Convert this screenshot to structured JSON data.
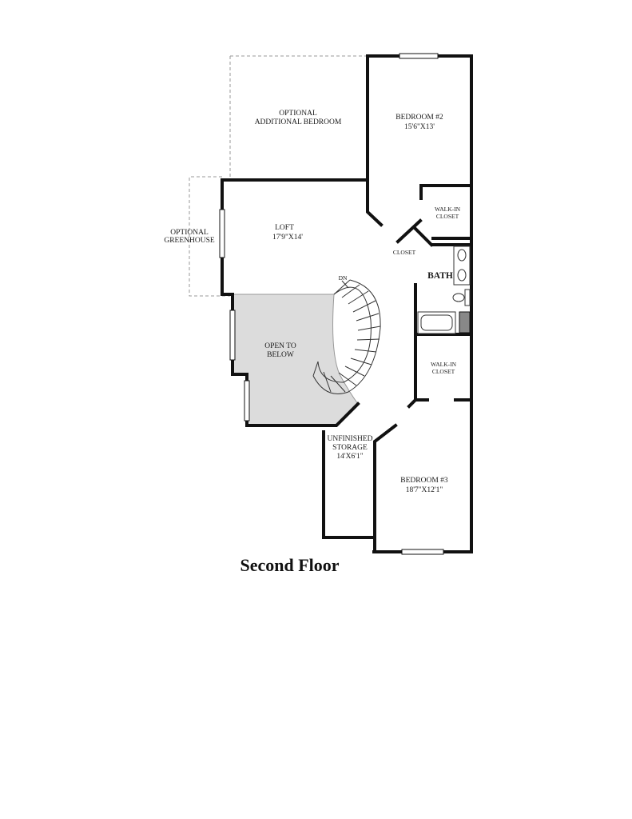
{
  "title": "Second Floor",
  "colors": {
    "wall": "#111111",
    "open_to_below_fill": "#dcdcdc",
    "optional_outline": "#999999"
  },
  "rooms": {
    "optional_bedroom": {
      "line1": "OPTIONAL",
      "line2": "ADDITIONAL BEDROOM"
    },
    "bedroom2": {
      "name": "BEDROOM #2",
      "dims": "15'6\"X13'"
    },
    "walkin_closet_top": {
      "line1": "WALK-IN",
      "line2": "CLOSET"
    },
    "loft": {
      "name": "LOFT",
      "dims": "17'9\"X14'"
    },
    "optional_greenhouse": {
      "line1": "OPTIONAL",
      "line2": "GREENHOUSE"
    },
    "closet": {
      "name": "CLOSET"
    },
    "bath": {
      "name": "BATH"
    },
    "stair": {
      "label": "DN"
    },
    "open_to_below": {
      "line1": "OPEN TO",
      "line2": "BELOW"
    },
    "walkin_closet_bottom": {
      "line1": "WALK-IN",
      "line2": "CLOSET"
    },
    "unfinished_storage": {
      "line1": "UNFINISHED",
      "line2": "STORAGE",
      "dims": "14'X6'1\""
    },
    "bedroom3": {
      "name": "BEDROOM #3",
      "dims": "18'7\"X12'1\""
    }
  }
}
